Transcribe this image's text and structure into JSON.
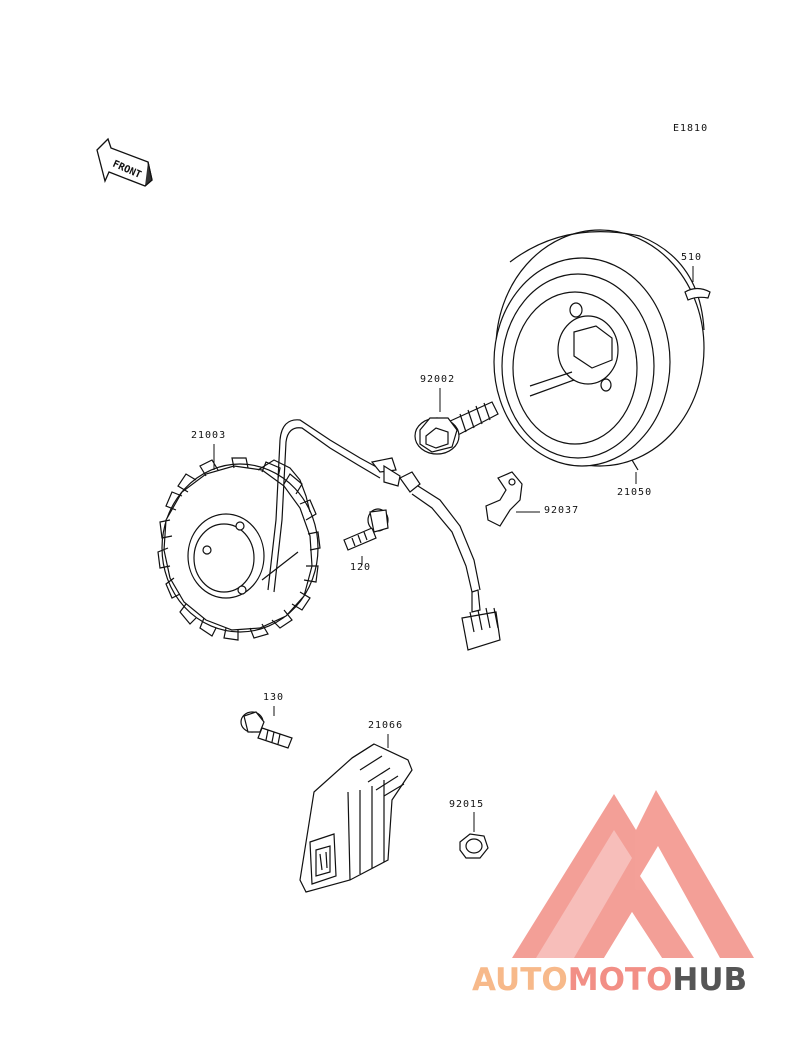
{
  "diagram_code": "E1810",
  "front_label": "FRONT",
  "parts": [
    {
      "id": "510"
    },
    {
      "id": "92002"
    },
    {
      "id": "21003"
    },
    {
      "id": "21050"
    },
    {
      "id": "92037"
    },
    {
      "id": "120"
    },
    {
      "id": "130"
    },
    {
      "id": "21066"
    },
    {
      "id": "92015"
    }
  ],
  "watermark": {
    "part1": "AUTO",
    "part2": "MOTO",
    "part3": "HUB",
    "colors": {
      "auto": "#f7b98a",
      "moto": "#f28f86",
      "hub": "#555555",
      "logo": "#f28f86"
    }
  }
}
